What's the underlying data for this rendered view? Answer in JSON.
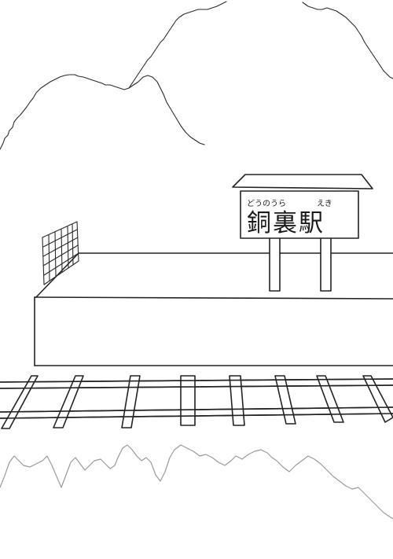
{
  "station_sign": {
    "name": "銅裏駅",
    "reading_left": "どうのうら",
    "reading_right": "えき"
  },
  "colors": {
    "ink": "#222222",
    "paper": "#ffffff",
    "faint_ink": "#9a9a9a"
  }
}
